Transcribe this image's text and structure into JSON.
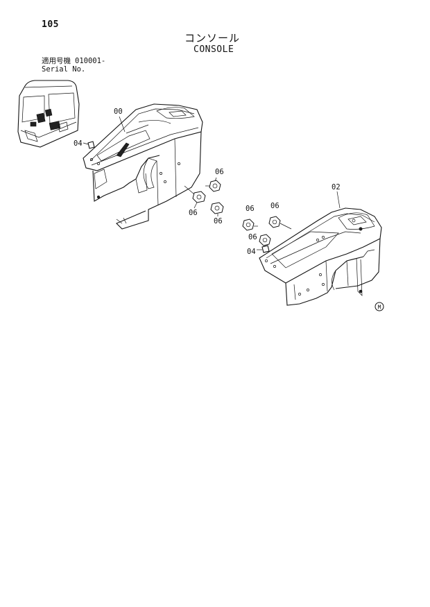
{
  "page": {
    "number": "105",
    "title_jp": "コンソール",
    "title_en": "CONSOLE",
    "serial_label_jp": "適用号機",
    "serial_label_en": "Serial No.",
    "serial_value": "010001-"
  },
  "callouts": {
    "c00": "00",
    "c04a": "04",
    "c06a": "06",
    "c06b": "06",
    "c06c": "06",
    "c02": "02",
    "c06d": "06",
    "c06e": "06",
    "c06f": "06",
    "c04b": "04",
    "marker": "M"
  }
}
